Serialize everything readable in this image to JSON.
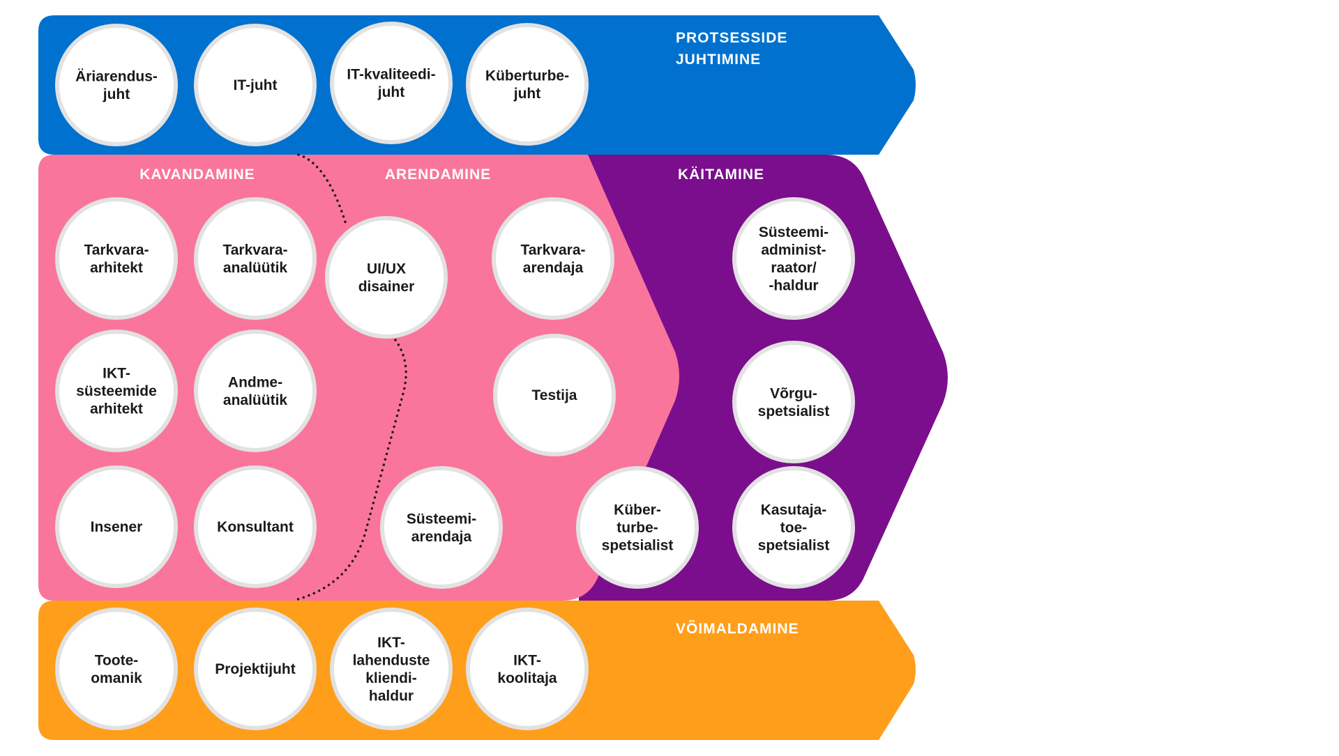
{
  "sections": {
    "process": {
      "title_lines": [
        "PROTSESSIDE",
        "JUHTIMINE"
      ],
      "color": "#0071CE",
      "roles": [
        {
          "lines": [
            "Äriarendus-",
            "juht"
          ]
        },
        {
          "lines": [
            "IT-juht"
          ]
        },
        {
          "lines": [
            "IT-kvaliteedi-",
            "juht"
          ]
        },
        {
          "lines": [
            "Küberturbe-",
            "juht"
          ]
        }
      ]
    },
    "planning": {
      "title": "KAVANDAMINE",
      "color": "#FA759B",
      "roles": [
        {
          "lines": [
            "Tarkvara-",
            "arhitekt"
          ]
        },
        {
          "lines": [
            "Tarkvara-",
            "analüütik"
          ]
        },
        {
          "lines": [
            "IKT-",
            "süsteemide",
            "arhitekt"
          ]
        },
        {
          "lines": [
            "Andme-",
            "analüütik"
          ]
        },
        {
          "lines": [
            "Insener"
          ]
        },
        {
          "lines": [
            "Konsultant"
          ]
        }
      ]
    },
    "development": {
      "title": "ARENDAMINE",
      "color": "#FA759B",
      "roles": [
        {
          "lines": [
            "UI/UX",
            "disainer"
          ]
        },
        {
          "lines": [
            "Tarkvara-",
            "arendaja"
          ]
        },
        {
          "lines": [
            "Testija"
          ]
        },
        {
          "lines": [
            "Süsteemi-",
            "arendaja"
          ]
        },
        {
          "lines": [
            "Küber-",
            "turbe-",
            "spetsialist"
          ]
        }
      ]
    },
    "operations": {
      "title": "KÄITAMINE",
      "color": "#7B0E8C",
      "roles": [
        {
          "lines": [
            "Süsteemi-",
            "administ-",
            "raator/",
            "-haldur"
          ]
        },
        {
          "lines": [
            "Võrgu-",
            "spetsialist"
          ]
        },
        {
          "lines": [
            "Kasutaja-",
            "toe-",
            "spetsialist"
          ]
        }
      ]
    },
    "enabling": {
      "title": "VÕIMALDAMINE",
      "color": "#FF9E1B",
      "roles": [
        {
          "lines": [
            "Toote-",
            "omanik"
          ]
        },
        {
          "lines": [
            "Projektijuht"
          ]
        },
        {
          "lines": [
            "IKT-",
            "lahenduste",
            "kliendi-",
            "haldur"
          ]
        },
        {
          "lines": [
            "IKT-",
            "koolitaja"
          ]
        }
      ]
    }
  }
}
